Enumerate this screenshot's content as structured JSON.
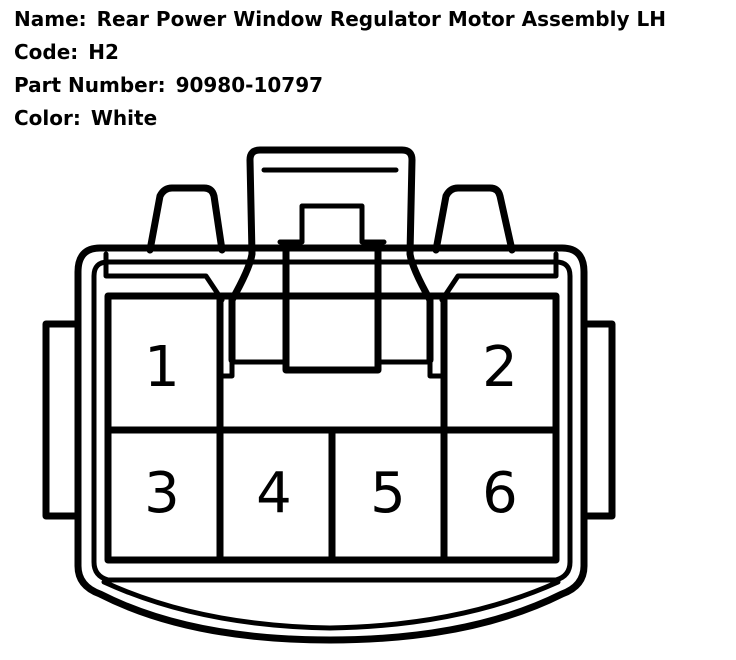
{
  "part_info": {
    "name_label": "Name:",
    "name_value": "Rear Power Window Regulator Motor Assembly LH",
    "code_label": "Code:",
    "code_value": "H2",
    "part_number_label": "Part Number:",
    "part_number_value": "90980-10797",
    "color_label": "Color:",
    "color_value": "White"
  },
  "connector": {
    "pins": [
      "1",
      "2",
      "3",
      "4",
      "5",
      "6"
    ]
  }
}
